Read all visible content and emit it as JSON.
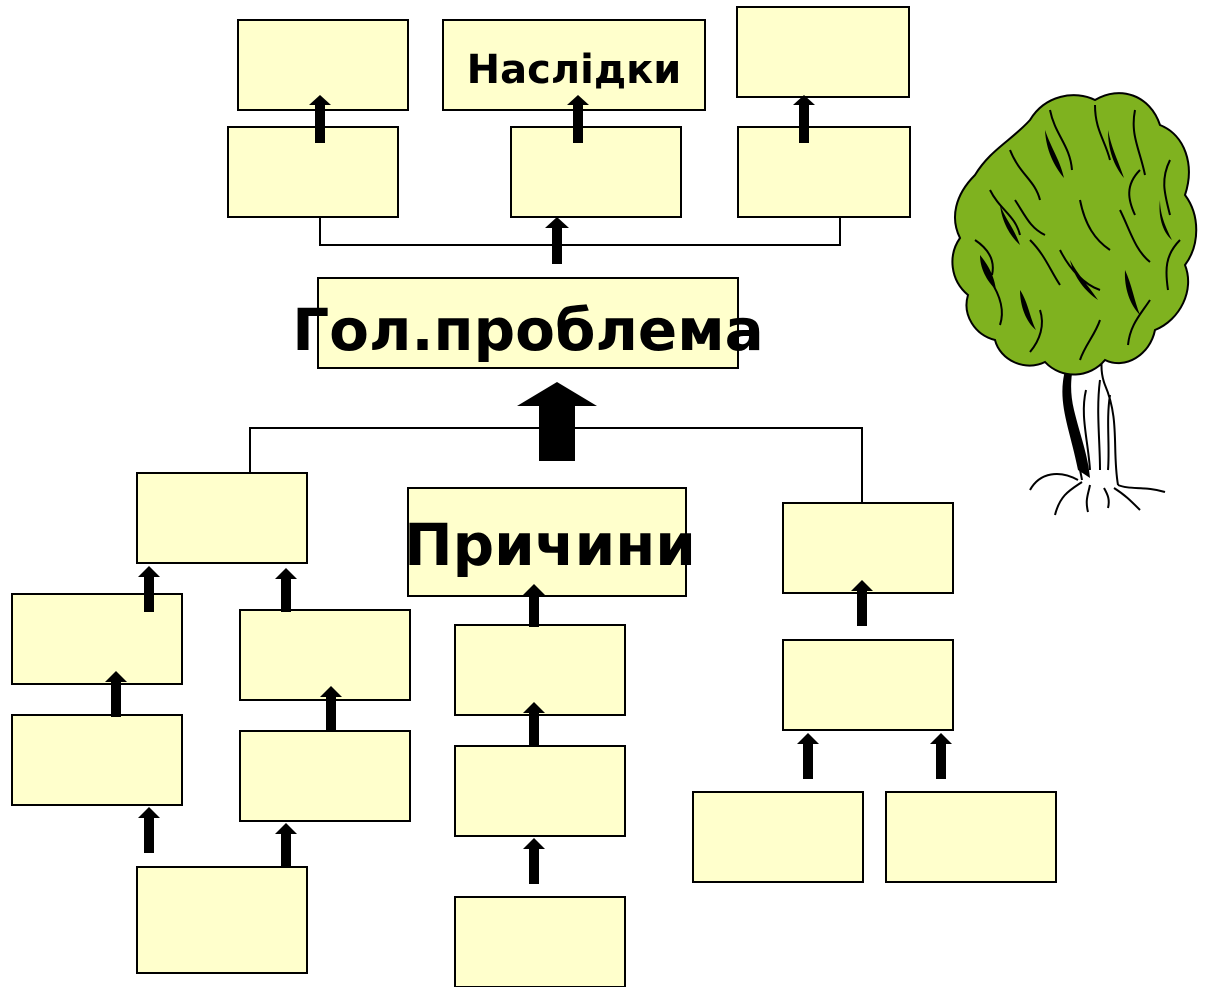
{
  "labels": {
    "consequences": "Наслідки",
    "main_problem": "Гол.проблема",
    "causes": "Причини"
  },
  "colors": {
    "box_fill": "#ffffcc",
    "stroke": "#000000",
    "tree_leaves": "#7fb21f"
  },
  "icons": [
    "tree-icon"
  ]
}
